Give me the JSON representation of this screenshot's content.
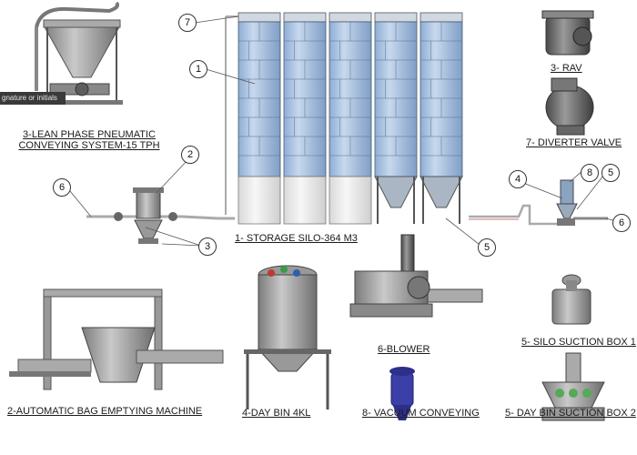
{
  "tooltip": "gnature or initials",
  "labels": {
    "lean_phase_line1": "3-LEAN PHASE PNEUMATIC",
    "lean_phase_line2": "CONVEYING SYSTEM-15 TPH",
    "storage_silo": "1- STORAGE SILO-364 M3",
    "rav": "3- RAV",
    "diverter_valve": "7- DIVERTER VALVE",
    "blower": "6-BLOWER",
    "silo_suction_box": "5-  SILO SUCTION BOX 1",
    "bag_emptying": "2-AUTOMATIC BAG EMPTYING MACHINE",
    "day_bin": "4-DAY BIN 4KL",
    "vacuum_conveying": "8- VACUUM CONVEYING",
    "day_bin_suction_box": "5- DAY BIN SUCTION BOX 2"
  },
  "callouts": {
    "c7": "7",
    "c1": "1",
    "c2": "2",
    "c6a": "6",
    "c3": "3",
    "c4": "4",
    "c8": "8",
    "c5a": "5",
    "c6b": "6",
    "c5b": "5"
  },
  "colors": {
    "silo_body": "#b8cde6",
    "silo_skirt": "#eeeeee",
    "steel": "#9a9a9a",
    "dark_steel": "#5d5d5d",
    "vacuum_blue": "#3b3fa8",
    "lid_red": "#c0392b",
    "lid_green": "#3a9a4a",
    "lid_blue": "#2d5fb0"
  }
}
